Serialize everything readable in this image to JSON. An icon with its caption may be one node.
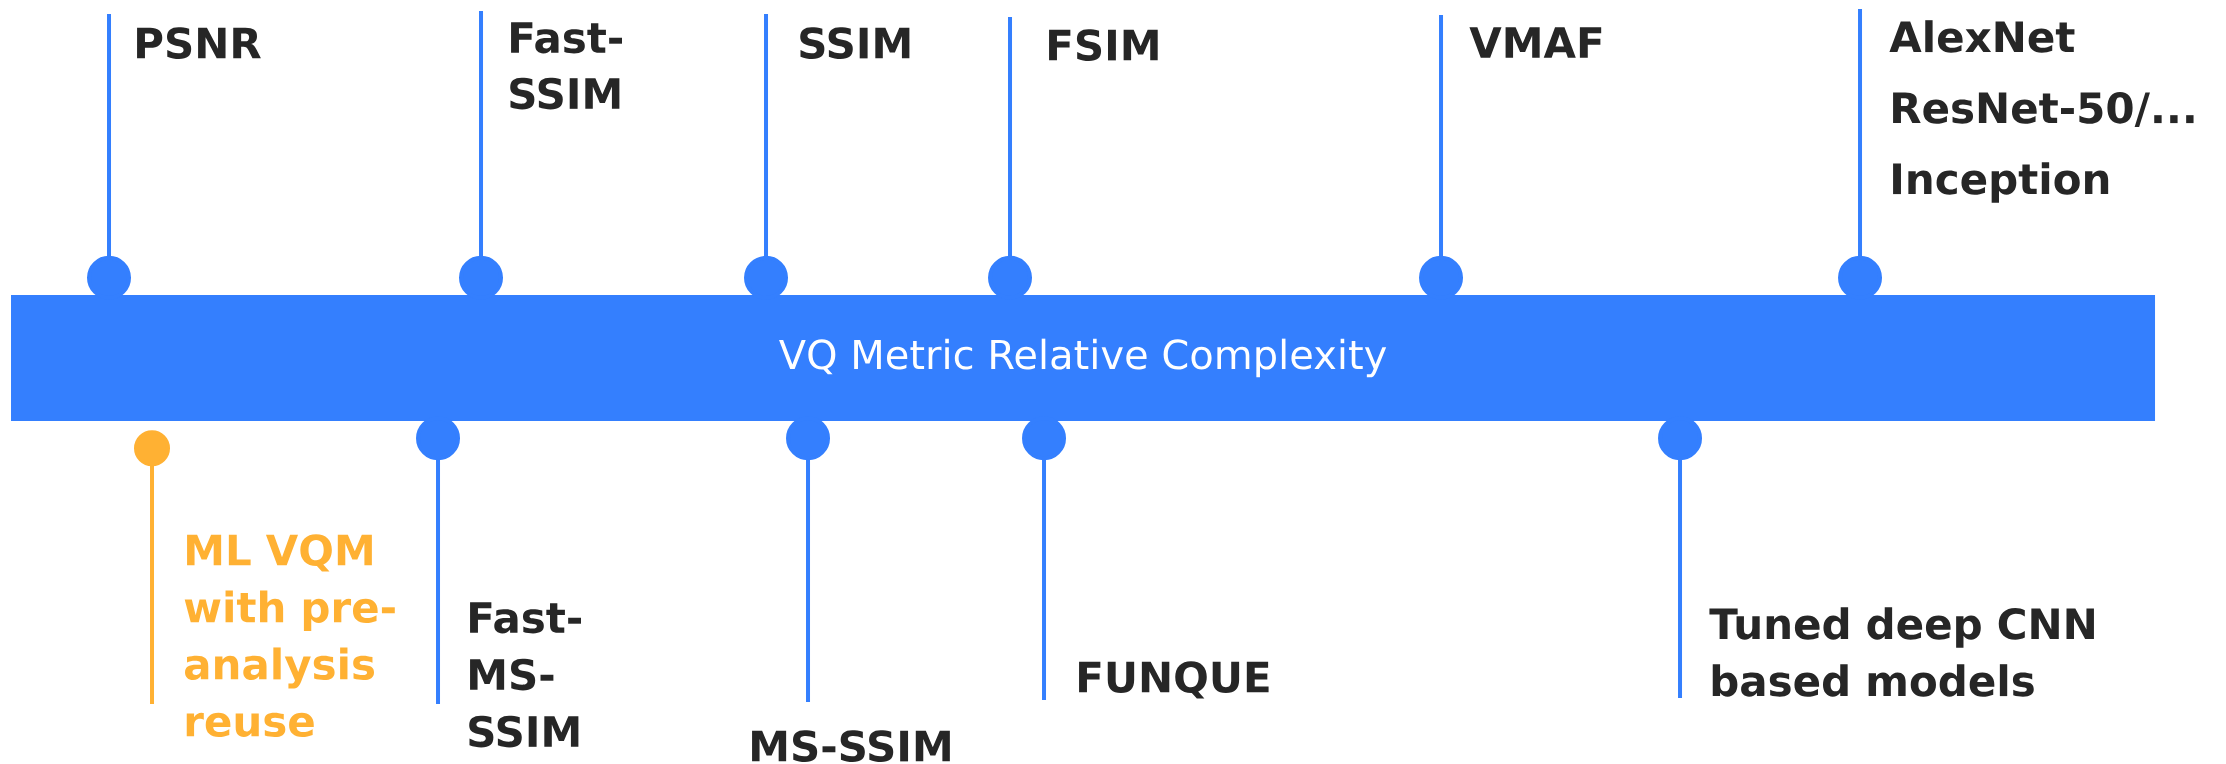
{
  "diagram": {
    "nodes": [
      {
        "text": [
          "VQ Metric Relative Complexity"
        ]
      },
      {
        "text": [
          "PSNR"
        ]
      },
      {
        "text": [
          "Fast-SSIM"
        ]
      },
      {
        "text": [
          "SSIM"
        ]
      },
      {
        "text": [
          "FSIM"
        ]
      },
      {
        "text": [
          "VMAF"
        ]
      },
      {
        "text": [
          "AlexNet ResNet-50/... Inception"
        ]
      },
      {
        "text": [
          "ML VQM with pre-analysis reuse"
        ]
      },
      {
        "text": [
          "Fast-MS-SSIM"
        ]
      },
      {
        "text": [
          "MS-SSIM"
        ]
      },
      {
        "text": [
          "FUNQUE"
        ]
      },
      {
        "text": [
          "Tuned deep CNN based models"
        ]
      }
    ],
    "edges": [
      {
        "from": 1,
        "to": 0,
        "arrow": "other"
      },
      {
        "from": 2,
        "to": 0,
        "arrow": "other"
      },
      {
        "from": 3,
        "to": 0,
        "arrow": "other"
      },
      {
        "from": 4,
        "to": 0,
        "arrow": "other"
      },
      {
        "from": 5,
        "to": 0,
        "arrow": "other"
      },
      {
        "from": 6,
        "to": 0,
        "arrow": "other"
      },
      {
        "from": 7,
        "to": 0,
        "arrow": "other",
        "color": "#ffb133"
      },
      {
        "from": 8,
        "to": 0,
        "arrow": "other"
      },
      {
        "from": 9,
        "to": 0,
        "arrow": "other"
      },
      {
        "from": 10,
        "to": 0,
        "arrow": "other"
      },
      {
        "from": 11,
        "to": 0,
        "arrow": "other"
      }
    ]
  }
}
